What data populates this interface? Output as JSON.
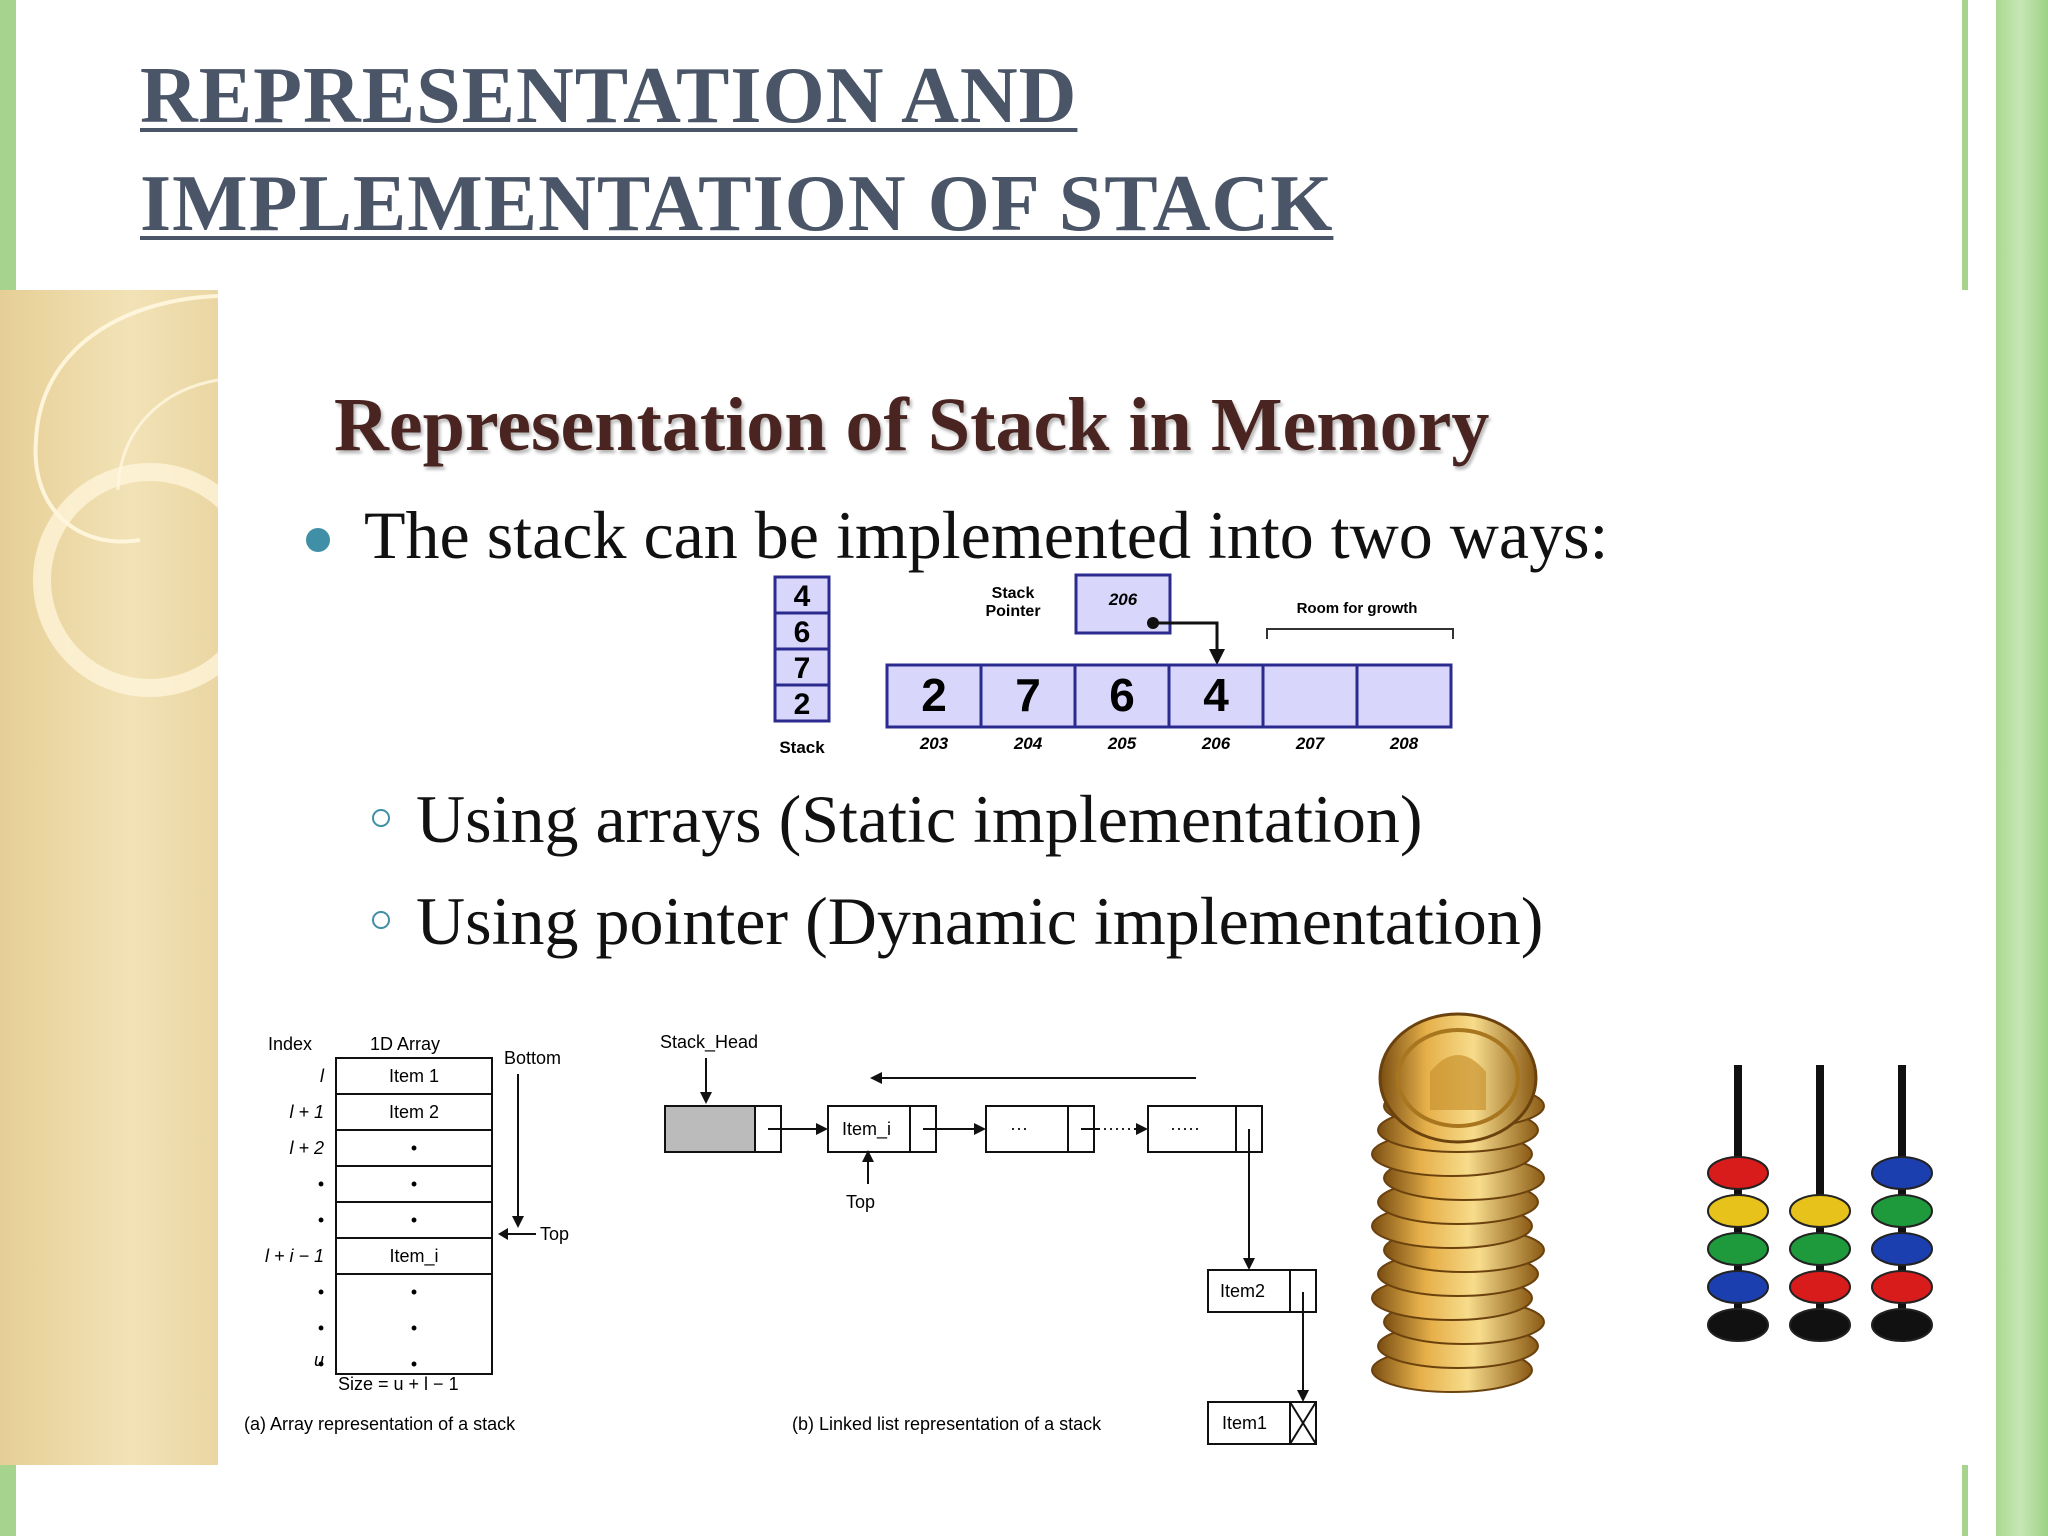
{
  "page": {
    "title_line1": "REPRESENTATION AND",
    "title_line2": "IMPLEMENTATION OF STACK"
  },
  "slide": {
    "heading": "Representation of Stack in Memory",
    "bullet": "The stack can be implemented into two ways:",
    "sub_items": [
      "Using arrays (Static implementation)",
      "Using pointer (Dynamic implementation)"
    ]
  },
  "stack_diagram": {
    "stack_values": [
      "4",
      "6",
      "7",
      "2"
    ],
    "stack_label": "Stack",
    "pointer_label_line1": "Stack",
    "pointer_label_line2": "Pointer",
    "pointer_value": "206",
    "growth_label": "Room for growth",
    "array_values": [
      "2",
      "7",
      "6",
      "4",
      "",
      ""
    ],
    "addresses": [
      "203",
      "204",
      "205",
      "206",
      "207",
      "208"
    ]
  },
  "array_figure": {
    "index_header": "Index",
    "array_header": "1D Array",
    "indices": [
      "l",
      "l + 1",
      "l + 2",
      "•",
      "•",
      "l + i − 1",
      "•",
      "•",
      "•",
      "u"
    ],
    "cells": [
      "Item 1",
      "Item 2",
      "•",
      "•",
      "•",
      "Item_i",
      "•",
      "•",
      "•"
    ],
    "bottom_label": "Bottom",
    "top_label": "Top",
    "size_label": "Size = u + l − 1",
    "caption": "(a) Array representation of a stack"
  },
  "linked_figure": {
    "head_label": "Stack_Head",
    "node_item_i": "Item_i",
    "node_dots": "···",
    "node_dots2": "·····",
    "chain_dots": "·····",
    "top_label": "Top",
    "node_item2": "Item2",
    "node_item1": "Item1",
    "caption": "(b) Linked list representation of a stack"
  },
  "colors": {
    "title": "#4a5568",
    "heading": "#4a2420",
    "accent_green": "#a6d38e",
    "bullet": "#3f8fa7",
    "diagram_fill": "#d9d6fb",
    "diagram_stroke": "#2b2b8f"
  }
}
